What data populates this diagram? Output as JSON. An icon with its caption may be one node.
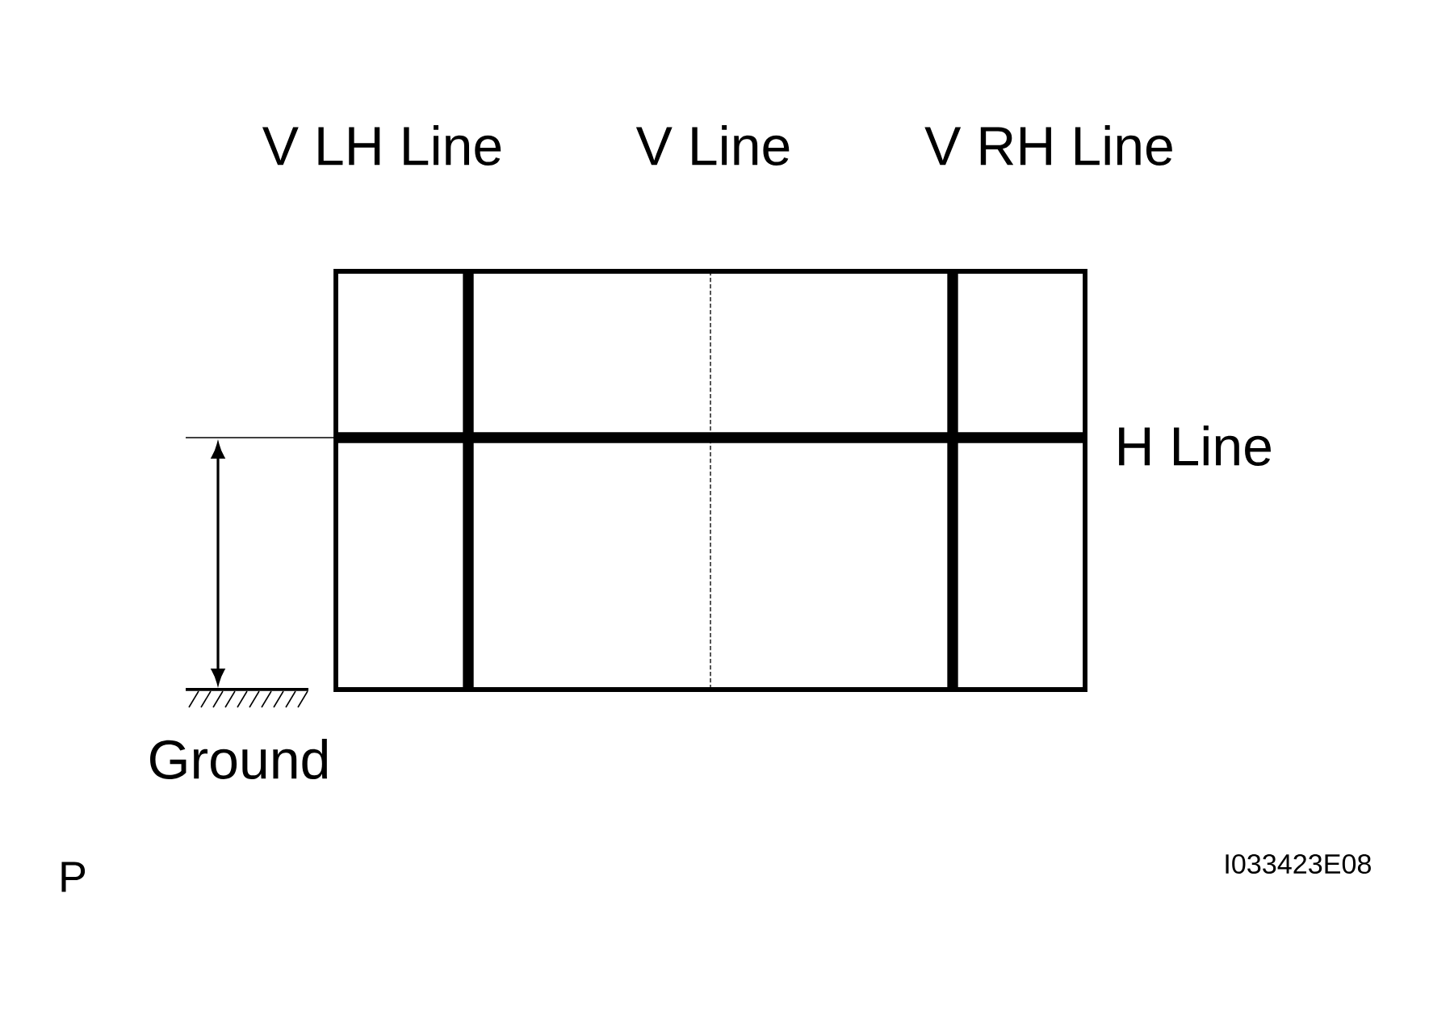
{
  "diagram": {
    "labels": [
      "V LH Line",
      "V Line",
      "V RH Line",
      "H Line",
      "Ground",
      "P",
      "I033423E08"
    ]
  }
}
